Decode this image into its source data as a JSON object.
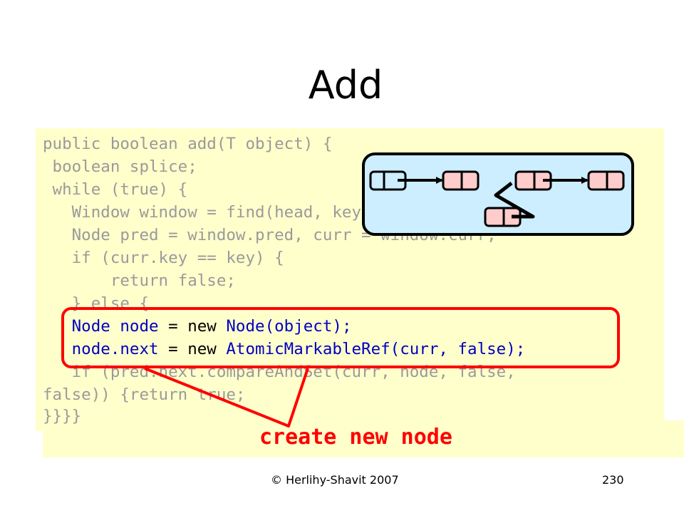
{
  "slide": {
    "title": "Add",
    "caption": "create new node",
    "footer_left": "© Herlihy-Shavit 2007",
    "page_number": "230"
  },
  "code": {
    "lines": [
      "public boolean add(T object) {",
      " boolean splice;",
      " while (true) {",
      "   Window window = find(head, key);",
      "   Node pred = window.pred, curr = window.curr;",
      "   if (curr.key == key) {",
      "       return false;",
      "   } else {",
      "false)) {return true;",
      "}}}}"
    ],
    "line8": [
      "   Node node ",
      "=",
      " new ",
      "Node(object);"
    ],
    "line9": [
      "   node.next ",
      "=",
      " new ",
      "AtomicMarkableRef(curr, false);"
    ],
    "line10": "   if (pred.next.compareAndSet(curr, node, false,"
  },
  "colors": {
    "code_background": "#ffffcc",
    "dimmed_text": "#9a9a9a",
    "highlight_text": "#0000c0",
    "callout_red": "#ff0000",
    "diagram_background": "#cceeff",
    "node_pink": "#ffcccc"
  }
}
